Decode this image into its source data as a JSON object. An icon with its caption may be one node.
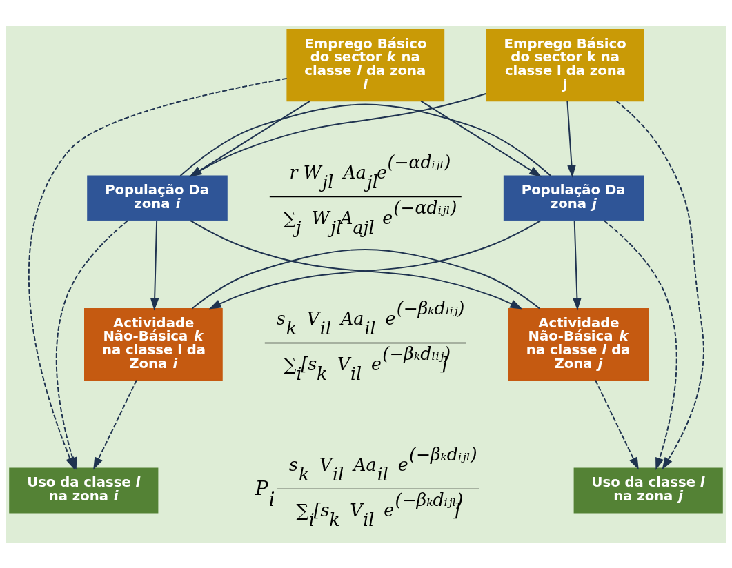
{
  "diagram": {
    "nodes": [
      {
        "text": [
          "Emprego Básico do sector *k* na classe *l* da zona *i*"
        ]
      },
      {
        "text": [
          "Emprego Básico do sector k na classe l da zona j"
        ]
      },
      {
        "text": [
          "População Da zona *i*"
        ]
      },
      {
        "text": [
          "População Da zona *j*"
        ]
      },
      {
        "text": [
          "Actividade Não-Básica *k* na classe l da Zona *i*"
        ]
      },
      {
        "text": [
          "Actividade Não-Básica *k* na classe *l* da Zona *j*"
        ]
      },
      {
        "text": [
          "Uso da classe *l* na zona *i*"
        ]
      },
      {
        "text": [
          "Uso da classe *l* na zona *j*"
        ]
      }
    ],
    "edges": [
      {
        "from": 0,
        "to": 2,
        "arrow": "to"
      },
      {
        "from": 0,
        "to": 3,
        "arrow": "to"
      },
      {
        "from": 1,
        "to": 2,
        "arrow": "to"
      },
      {
        "from": 1,
        "to": 3,
        "arrow": "to"
      },
      {
        "from": 2,
        "to": 4,
        "arrow": "to"
      },
      {
        "from": 3,
        "to": 5,
        "arrow": "to"
      },
      {
        "from": 2,
        "to": 3,
        "arrow": "none"
      },
      {
        "from": 4,
        "to": 5,
        "arrow": "none"
      },
      {
        "from": 2,
        "to": 5,
        "arrow": "to"
      },
      {
        "from": 3,
        "to": 4,
        "arrow": "to"
      },
      {
        "from": 4,
        "to": 6,
        "arrow": "to",
        "style": "dashed"
      },
      {
        "from": 2,
        "to": 6,
        "arrow": "to",
        "style": "dashed"
      },
      {
        "from": 0,
        "to": 6,
        "arrow": "to",
        "style": "dashed"
      },
      {
        "from": 1,
        "to": 7,
        "arrow": "to",
        "style": "dashed"
      },
      {
        "from": 3,
        "to": 7,
        "arrow": "to",
        "style": "dashed"
      },
      {
        "from": 5,
        "to": 7,
        "arrow": "to",
        "style": "dashed"
      }
    ],
    "labels": [
      "r W$_{jl}$ Aa$_{jl}$e$^{(−αdᵢⱼₗ)}$",
      "∑$_{j}$ W$_{jl}$A$_{ajl}$ e$^{(−αdᵢⱼₗ)}$",
      "s$_{k}$ V$_{il}$ Aa$_{il}$ e$^{(−βₖdₗᵢⱼ)}$",
      "∑$_{i}$[s$_{k}$ V$_{il}$ e$^{(−βₖdₗᵢⱼ)}$]",
      "P$_{i}$",
      "s$_{k}$ V$_{il}$ Aa$_{il}$ e$^{(−βₖdᵢⱼₗ)}$",
      "∑$_{i}$[s$_{k}$ V$_{il}$ e$^{(−βₖdᵢⱼₗ)}$]"
    ]
  }
}
